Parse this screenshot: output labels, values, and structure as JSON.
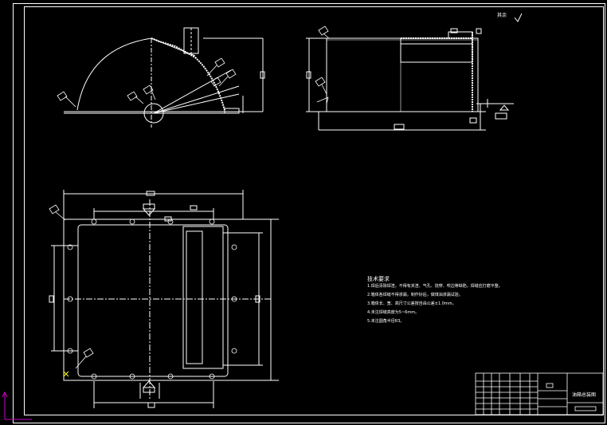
{
  "drawing": {
    "surface_finish_label": "其余",
    "notes_title": "技术要求",
    "notes": [
      "1.焊后清除焊渣，不得有夹渣、气孔、烧穿、咬边等缺陷，焊缝应打磨平整。",
      "2.箱体各焊缝不得渗漏，制作好后，做煤油渗漏试验。",
      "3.箱体长、宽、高尺寸公差按自由公差±1.0mm。",
      "4.未注焊缝高度为5~6mm。",
      "5.未注圆角半径R3。"
    ],
    "title_block": {
      "part_name": "油箱总装图"
    },
    "colors": {
      "background": "#000000",
      "line": "#ffffff",
      "ucs_axis": "#cc00cc",
      "ucs_marker": "#ffff00"
    }
  }
}
